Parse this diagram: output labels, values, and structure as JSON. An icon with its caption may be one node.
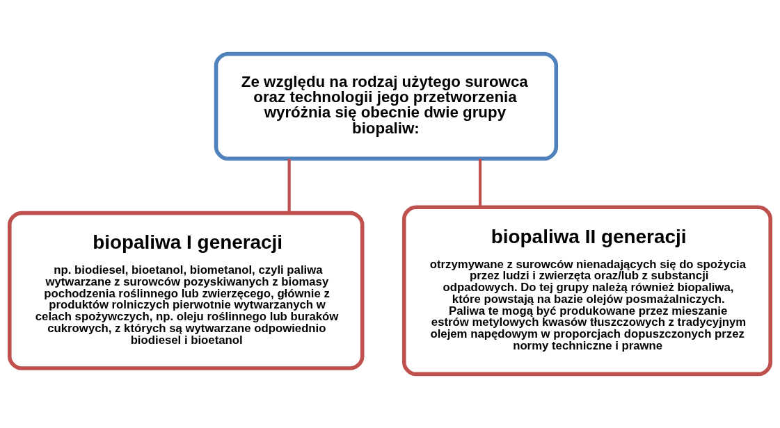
{
  "diagram": {
    "nodes": [
      {
        "text": [
          "Ze względu na rodzaj użytego surowca oraz technologii jego przetworzenia wyróżnia się obecnie dwie grupy biopaliw:"
        ]
      },
      {
        "text": [
          "biopaliwa I generacji",
          "np. biodiesel, bioetanol, biometanol, czyli paliwa wytwarzane z surowców pozyskiwanych z biomasy pochodzenia roślinnego lub zwierzęcego, głównie z produktów rolniczych pierwotnie wytwarzanych w celach spożywczych, np. oleju roślinnego lub buraków cukrowych, z których są wytwarzane odpowiednio biodiesel i bioetanol"
        ]
      },
      {
        "text": [
          "biopaliwa II generacji",
          "otrzymywane z surowców nienadających się do spożycia przez ludzi i zwierzęta oraz/lub z substancji odpadowych. Do tej grupy należą również biopaliwa, które powstają na bazie olejów posmażalniczych. Paliwa te mogą być produkowane przez mieszanie estrów metylowych kwasów tłuszczowych z tradycyjnym olejem napędowym w proporcjach dopuszczonych przez normy techniczne i prawne"
        ]
      }
    ],
    "edges": [
      {
        "from": 0,
        "to": 1,
        "arrow": "none"
      },
      {
        "from": 0,
        "to": 2,
        "arrow": "none"
      }
    ]
  }
}
